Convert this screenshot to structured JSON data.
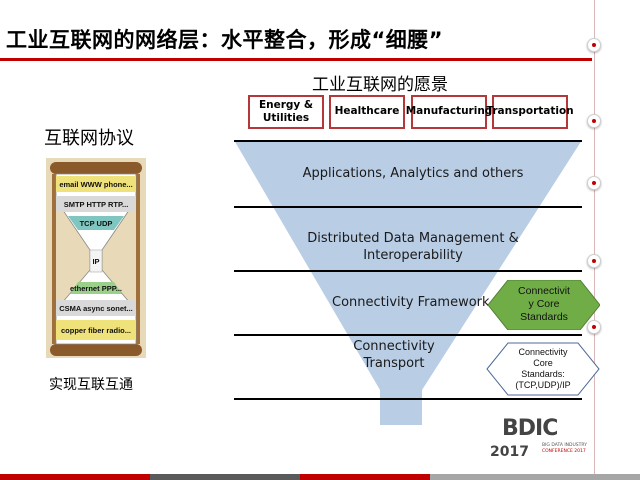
{
  "header": {
    "title": "工业互联网的网络层：水平整合，形成“细腰”"
  },
  "vision": {
    "title": "工业互联网的愿景",
    "boxes": [
      {
        "label": "Energy & Utilities"
      },
      {
        "label": "Healthcare"
      },
      {
        "label": "Manufacturing"
      },
      {
        "label": "Transportation"
      }
    ]
  },
  "protocol": {
    "title": "互联网协议",
    "hourglass_layers": [
      "email WWW phone...",
      "SMTP HTTP RTP...",
      "TCP UDP",
      "IP",
      "ethernet PPP...",
      "CSMA async sonet...",
      "copper fiber radio..."
    ],
    "caption": "实现互联互通"
  },
  "layers": {
    "applications": "Applications, Analytics and others",
    "ddm_line1": "Distributed Data Management &",
    "ddm_line2": "Interoperability",
    "framework": "Connectivity Framework",
    "transport_line1": "Connectivity",
    "transport_line2": "Transport"
  },
  "callouts": {
    "core_standards": [
      "Connectivit",
      "y Core",
      "Standards"
    ],
    "transport_standards": [
      "Connectivity",
      "Core",
      "Standards:",
      "(TCP,UDP)/IP"
    ]
  },
  "logo": {
    "mark": "BDIC",
    "year": "2017",
    "line1": "BIG DATA INDUSTRY",
    "line2": "CONFERENCE 2017"
  },
  "colors": {
    "accent": "#c00000",
    "funnel": "#b9cde5",
    "callout_green": "#70ad47",
    "box_border": "#b5373a"
  }
}
